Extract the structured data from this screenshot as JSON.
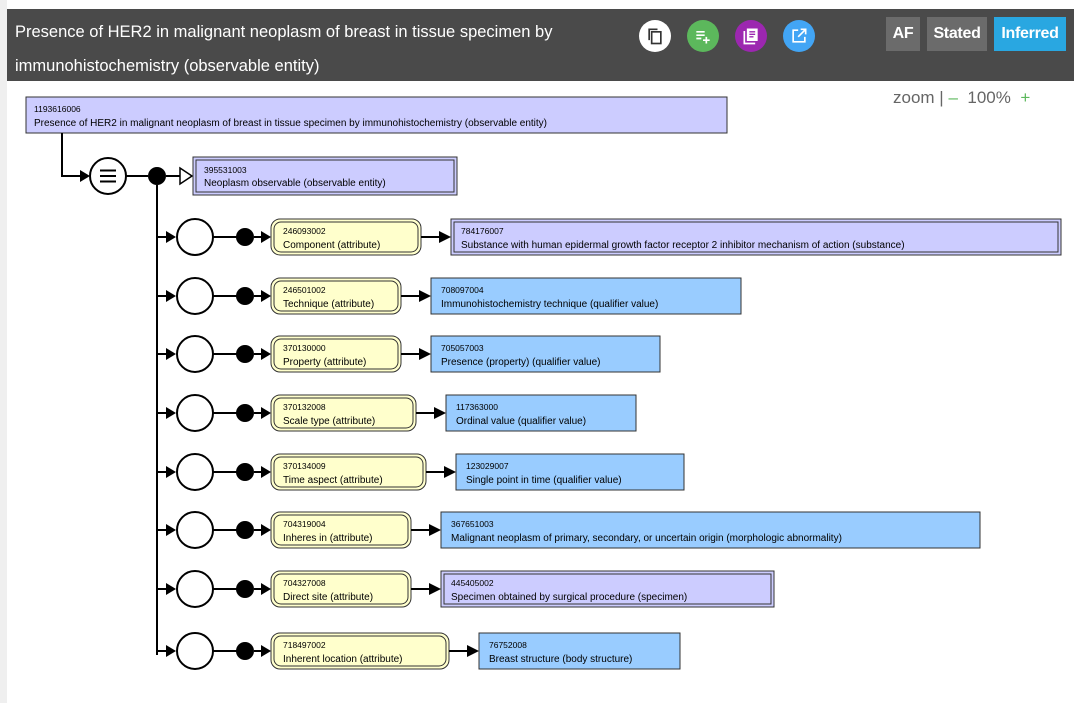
{
  "header": {
    "title": "Presence of HER2 in malignant neoplasm of breast in tissue specimen by immunohistochemistry (observable entity)",
    "buttons": {
      "af": "AF",
      "stated": "Stated",
      "inferred": "Inferred"
    }
  },
  "icons": [
    "copy-icon",
    "playlist-add-icon",
    "library-books-icon",
    "open-in-new-icon"
  ],
  "colors": {
    "header": "#4a4a4a",
    "concept_defined": "#ccccff",
    "concept_primitive": "#99ccff",
    "attribute": "#ffffcc",
    "active_tab": "#29a7e1",
    "accent_green": "#5cb85c"
  },
  "zoom": {
    "label": "zoom |",
    "minus": "–",
    "value": "100%",
    "plus": "+"
  },
  "diagram": {
    "root": {
      "id": "1193616006",
      "label": "Presence of HER2 in malignant neoplasm of breast in tissue specimen by immunohistochemistry (observable entity)"
    },
    "parent": {
      "id": "395531003",
      "label": "Neoplasm observable (observable entity)"
    },
    "attributes": [
      {
        "attr_id": "246093002",
        "attr_label": "Component (attribute)",
        "value_id": "784176007",
        "value_label": "Substance with human epidermal growth factor receptor 2 inhibitor mechanism of action (substance)",
        "value_type": "defined"
      },
      {
        "attr_id": "246501002",
        "attr_label": "Technique (attribute)",
        "value_id": "708097004",
        "value_label": "Immunohistochemistry technique (qualifier value)",
        "value_type": "primitive"
      },
      {
        "attr_id": "370130000",
        "attr_label": "Property (attribute)",
        "value_id": "705057003",
        "value_label": "Presence (property) (qualifier value)",
        "value_type": "primitive"
      },
      {
        "attr_id": "370132008",
        "attr_label": "Scale type (attribute)",
        "value_id": "117363000",
        "value_label": "Ordinal value (qualifier value)",
        "value_type": "primitive"
      },
      {
        "attr_id": "370134009",
        "attr_label": "Time aspect (attribute)",
        "value_id": "123029007",
        "value_label": "Single point in time (qualifier value)",
        "value_type": "primitive"
      },
      {
        "attr_id": "704319004",
        "attr_label": "Inheres in (attribute)",
        "value_id": "367651003",
        "value_label": "Malignant neoplasm of primary, secondary, or uncertain origin (morphologic abnormality)",
        "value_type": "primitive"
      },
      {
        "attr_id": "704327008",
        "attr_label": "Direct site (attribute)",
        "value_id": "445405002",
        "value_label": "Specimen obtained by surgical procedure (specimen)",
        "value_type": "defined"
      },
      {
        "attr_id": "718497002",
        "attr_label": "Inherent location (attribute)",
        "value_id": "76752008",
        "value_label": "Breast structure (body structure)",
        "value_type": "primitive"
      }
    ]
  }
}
